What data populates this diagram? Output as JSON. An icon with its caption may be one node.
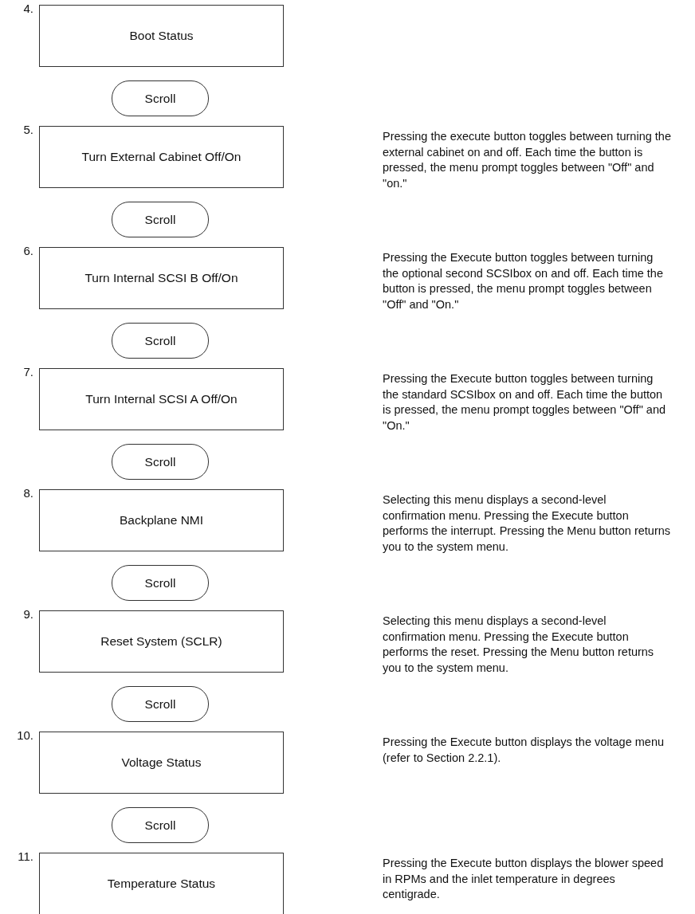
{
  "diagram": {
    "nodes": [
      {
        "text": [
          "Boot Status"
        ],
        "beside": [
          "4."
        ]
      },
      {
        "text": [
          "Scroll"
        ]
      },
      {
        "text": [
          "Turn External Cabinet Off/On"
        ],
        "beside": [
          "5."
        ]
      },
      {
        "text": [
          "Scroll"
        ]
      },
      {
        "text": [
          "Turn Internal SCSI B Off/On"
        ],
        "beside": [
          "6."
        ]
      },
      {
        "text": [
          "Scroll"
        ]
      },
      {
        "text": [
          "Turn Internal SCSI A Off/On"
        ],
        "beside": [
          "7."
        ]
      },
      {
        "text": [
          "Scroll"
        ]
      },
      {
        "text": [
          "Backplane NMI"
        ],
        "beside": [
          "8."
        ]
      },
      {
        "text": [
          "Scroll"
        ]
      },
      {
        "text": [
          "Reset System (SCLR)"
        ],
        "beside": [
          "9."
        ]
      },
      {
        "text": [
          "Scroll"
        ]
      },
      {
        "text": [
          "Voltage Status"
        ],
        "beside": [
          "10."
        ]
      },
      {
        "text": [
          "Scroll"
        ]
      },
      {
        "text": [
          "Temperature Status"
        ],
        "beside": [
          "11."
        ]
      }
    ],
    "labels": [
      "Pressing the execute button toggles between turning the external cabinet on and off. Each time the button is pressed, the menu prompt toggles between \"Off\" and \"on.\"",
      "Pressing the Execute button toggles between turning the optional second SCSIbox on and off. Each time the button is pressed, the menu prompt toggles between \"Off\" and \"On.\"",
      "Pressing the Execute button toggles between turning the standard SCSIbox on and off. Each time the button is pressed, the menu prompt toggles between \"Off\" and \"On.\"",
      "Selecting this menu displays a second-level confirmation menu. Pressing the Execute button performs the interrupt. Pressing the Menu button returns you to the system menu.",
      "Selecting this menu displays a second-level confirmation menu. Pressing the Execute button performs the reset. Pressing the Menu button returns you to the system menu.",
      "Pressing the Execute button displays the voltage menu (refer to Section 2.2.1).",
      "Pressing the Execute button displays the blower speed in RPMs and the inlet temperature in degrees centigrade."
    ]
  }
}
